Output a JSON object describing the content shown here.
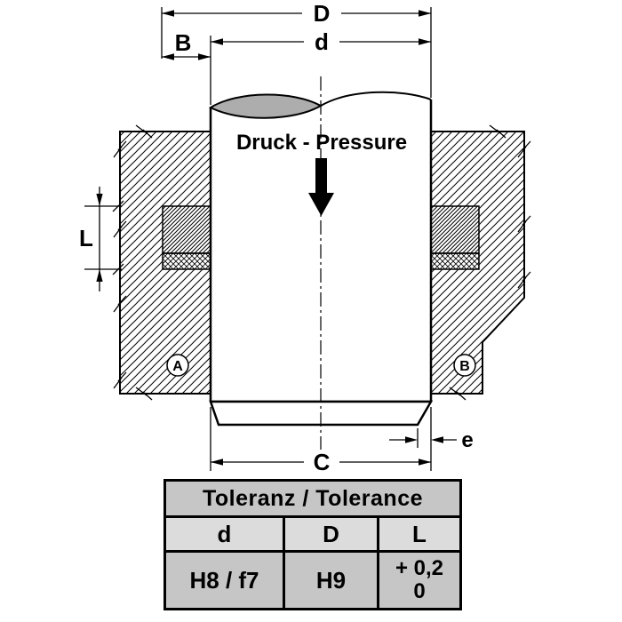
{
  "drawing": {
    "pressure_label": "Druck - Pressure",
    "dim_labels": {
      "D": "D",
      "d": "d",
      "B": "B",
      "L": "L",
      "C": "C",
      "e": "e"
    },
    "part_labels": {
      "left": "A",
      "right": "B"
    }
  },
  "tolerance_table": {
    "title": "Toleranz / Tolerance",
    "columns": [
      "d",
      "D",
      "L"
    ],
    "values": {
      "d": "H8 / f7",
      "D": "H9",
      "L_line1": "+ 0,2",
      "L_line2": "0"
    }
  },
  "colors": {
    "background": "#ffffff",
    "line_black": "#000000",
    "lens_gray": "#adadad",
    "table_cell_gray": "#c6c6c6",
    "table_row_light": "#dcdcdc"
  }
}
